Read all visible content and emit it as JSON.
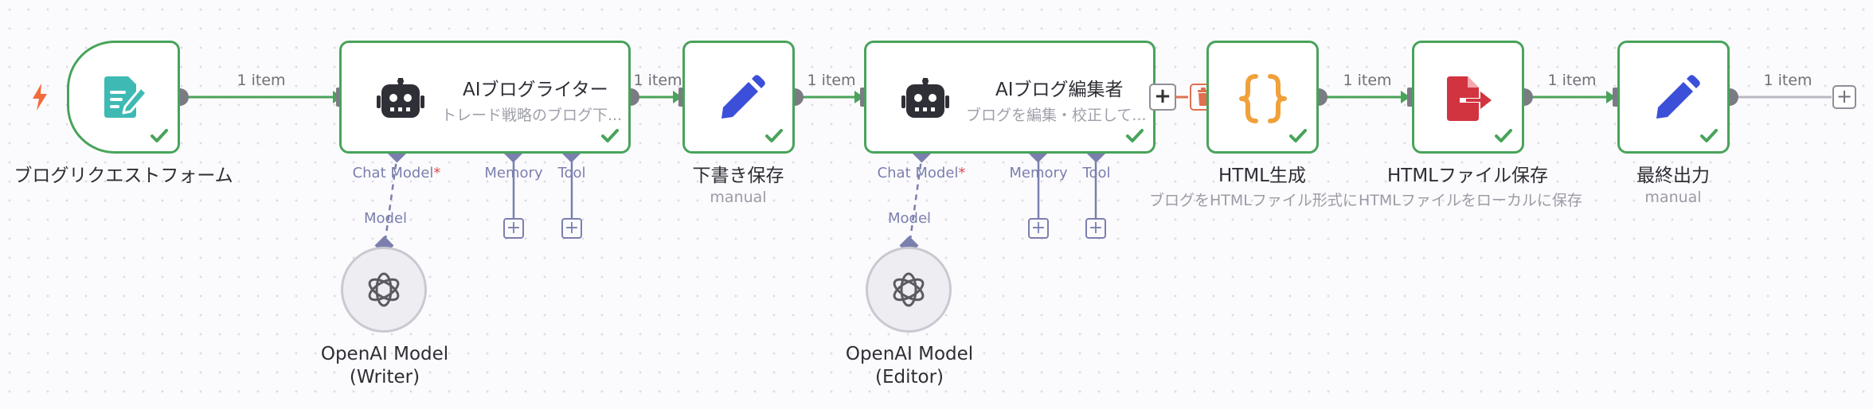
{
  "edge_label": "1 item",
  "nodes": {
    "form": {
      "name": "ブログリクエストフォーム"
    },
    "writer": {
      "name": "AIブログライター",
      "subtitle": "トレード戦略のブログ下..."
    },
    "draft": {
      "name": "下書き保存",
      "subtitle": "manual"
    },
    "editor": {
      "name": "AIブログ編集者",
      "subtitle": "ブログを編集・校正して..."
    },
    "html_gen": {
      "name": "HTML生成",
      "subtitle": "ブログをHTMLファイル形式に..."
    },
    "html_save": {
      "name": "HTMLファイル保存",
      "subtitle": "HTMLファイルをローカルに保存"
    },
    "final": {
      "name": "最終出力",
      "subtitle": "manual"
    }
  },
  "agent_ports": {
    "chat_model": "Chat Model",
    "required_mark": "*",
    "memory": "Memory",
    "tool": "Tool",
    "model": "Model"
  },
  "models": {
    "writer": {
      "line1": "OpenAI Model",
      "line2": "(Writer)"
    },
    "editor": {
      "line1": "OpenAI Model",
      "line2": "(Editor)"
    }
  },
  "colors": {
    "success": "#49a35b",
    "connector": "#7b7fae",
    "pen": "#3b4fd8",
    "code": "#f0a13a",
    "file": "#d1343f",
    "form": "#3fb9b4",
    "trigger": "#f26b3a"
  },
  "icons": {
    "trigger": "bolt-icon",
    "form": "form-icon",
    "agent": "robot-icon",
    "edit": "pen-icon",
    "code": "braces-icon",
    "file": "file-export-icon",
    "model": "openai-icon",
    "status": "check-icon"
  }
}
